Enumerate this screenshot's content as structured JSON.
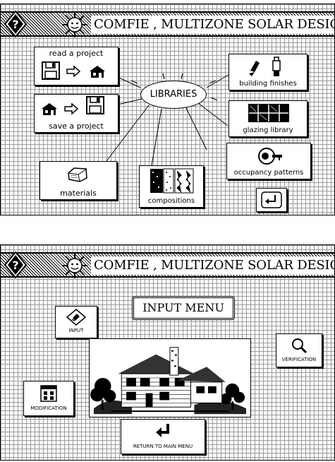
{
  "app_title": "COMFIE , MULTIZONE SOLAR DESIGN",
  "libraries_screen": {
    "center_label": "LIBRARIES",
    "read_project_label": "read a project",
    "save_project_label": "save a project",
    "building_finishes_label": "building finishes",
    "glazing_library_label": "glazing library",
    "occupancy_patterns_label": "occupancy patterns",
    "materials_label": "materials",
    "compositions_label": "compositions"
  },
  "input_screen": {
    "menu_title": "INPUT  MENU",
    "input_label": "INPUT",
    "verification_label": "VERIFICATION",
    "modification_label": "MODIFICATION",
    "return_label": "RETURN TO MAIN MENU"
  },
  "icons": [
    "help-icon",
    "sun-icon",
    "floppy-disk-icon",
    "arrow-right-icon",
    "house-icon",
    "paint-brush-icon",
    "window-icon",
    "key-icon",
    "stone-icon",
    "layers-icon",
    "return-icon",
    "magnifier-icon",
    "house-illustration"
  ]
}
